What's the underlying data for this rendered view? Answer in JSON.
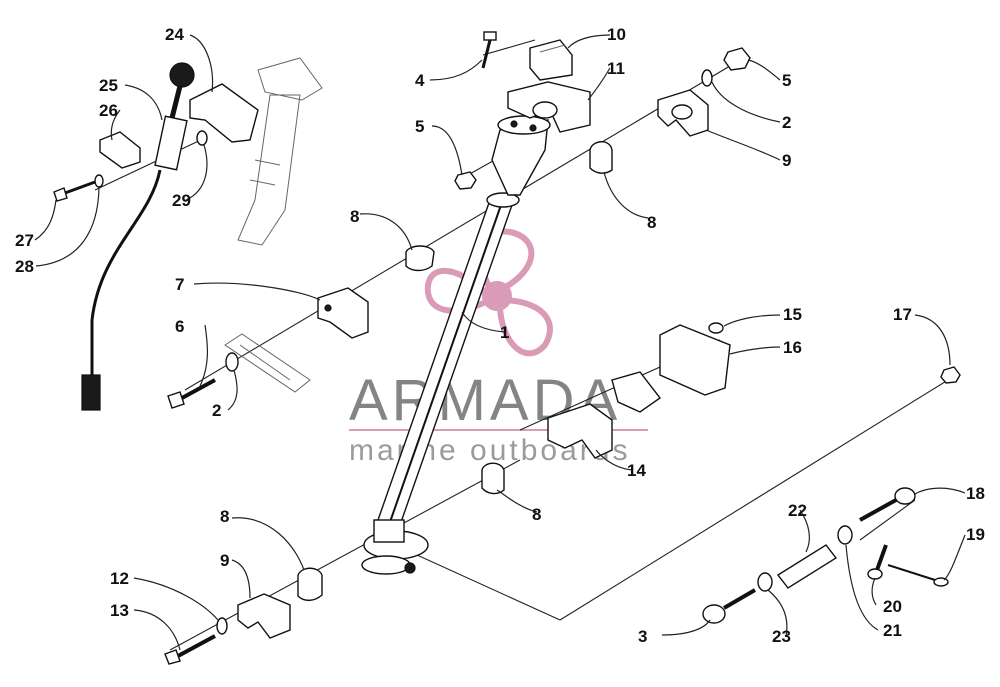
{
  "diagram": {
    "callouts": [
      "1",
      "2",
      "2",
      "3",
      "4",
      "5",
      "5",
      "6",
      "7",
      "8",
      "8",
      "8",
      "8",
      "9",
      "9",
      "10",
      "11",
      "12",
      "13",
      "14",
      "15",
      "16",
      "17",
      "18",
      "19",
      "20",
      "21",
      "22",
      "23",
      "24",
      "25",
      "26",
      "27",
      "28",
      "29"
    ]
  },
  "watermark": {
    "brand": "ARMADA",
    "tagline": "marine outboards",
    "accent_color": "#d48aaa"
  }
}
